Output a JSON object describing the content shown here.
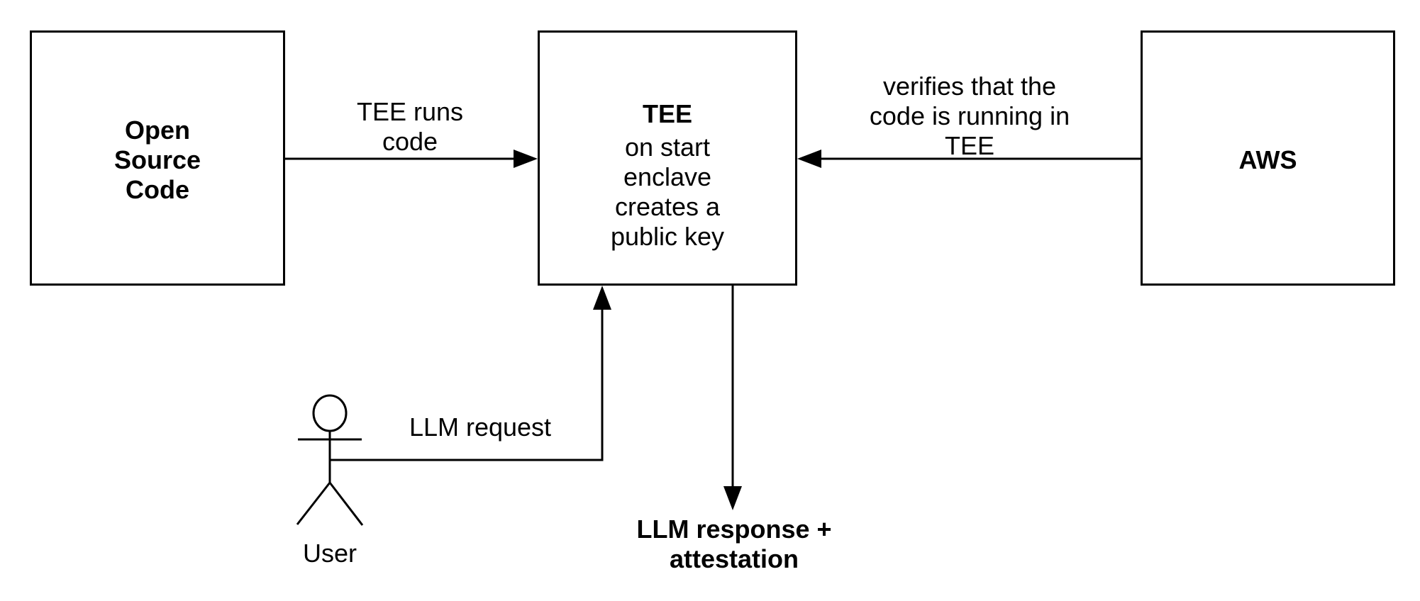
{
  "nodes": {
    "open_source": {
      "label": "Open Source Code"
    },
    "tee": {
      "title": "TEE",
      "subtitle": "on start enclave\ncreates a public key"
    },
    "aws": {
      "label": "AWS"
    }
  },
  "edges": {
    "tee_runs_code": {
      "label": "TEE runs\ncode"
    },
    "verifies": {
      "label": "verifies that the\ncode is running in\nTEE"
    },
    "llm_request": {
      "label": "LLM request"
    },
    "llm_response": {
      "label": "LLM response +\nattestation"
    }
  },
  "actor": {
    "label": "User"
  },
  "colors": {
    "stroke": "#000000",
    "background": "#ffffff"
  }
}
